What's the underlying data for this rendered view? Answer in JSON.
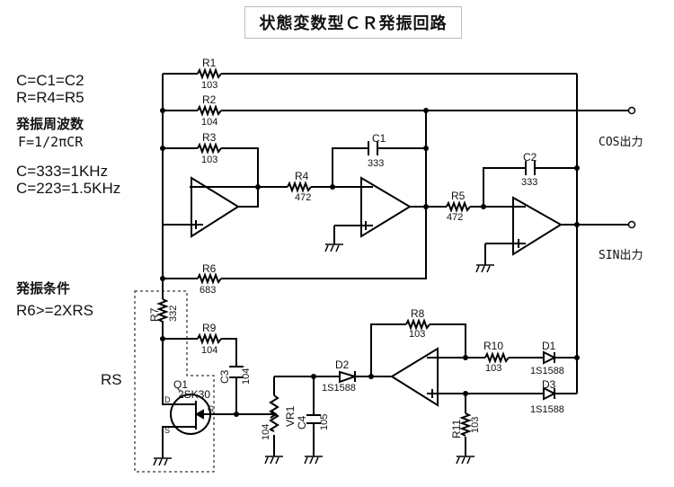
{
  "title": "状態変数型ＣＲ発振回路",
  "notes": {
    "line1": "C=C1=C2",
    "line2": "R=R4=R5",
    "osc_freq_heading": "発振周波数",
    "formula": "F=1/2πCR",
    "example1": "C=333=1KHz",
    "example2": "C=223=1.5KHz",
    "osc_cond_heading": "発振条件",
    "condition": "R6>=2XRS",
    "rs_label": "RS"
  },
  "components": {
    "R1": {
      "ref": "R1",
      "value": "103"
    },
    "R2": {
      "ref": "R2",
      "value": "104"
    },
    "R3": {
      "ref": "R3",
      "value": "103"
    },
    "R4": {
      "ref": "R4",
      "value": "472"
    },
    "R5": {
      "ref": "R5",
      "value": "472"
    },
    "R6": {
      "ref": "R6",
      "value": "683"
    },
    "R7": {
      "ref": "R7",
      "value": "332"
    },
    "R8": {
      "ref": "R8",
      "value": "103"
    },
    "R9": {
      "ref": "R9",
      "value": "104"
    },
    "R10": {
      "ref": "R10",
      "value": "103"
    },
    "R11": {
      "ref": "R11",
      "value": "103"
    },
    "C1": {
      "ref": "C1",
      "value": "333"
    },
    "C2": {
      "ref": "C2",
      "value": "333"
    },
    "C3": {
      "ref": "C3",
      "value": "104"
    },
    "C4": {
      "ref": "C4",
      "value": "105"
    },
    "VR1": {
      "ref": "VR1",
      "value": "104"
    },
    "D1": {
      "ref": "D1",
      "value": "1S1588"
    },
    "D2": {
      "ref": "D2",
      "value": "1S1588"
    },
    "D3": {
      "ref": "D3",
      "value": "1S1588"
    },
    "Q1": {
      "ref": "Q1",
      "value": "2SK30",
      "pin_d": "D",
      "pin_s": "S",
      "pin_g": "G"
    }
  },
  "outputs": {
    "cos": "COS出力",
    "sin": "SIN出力"
  }
}
